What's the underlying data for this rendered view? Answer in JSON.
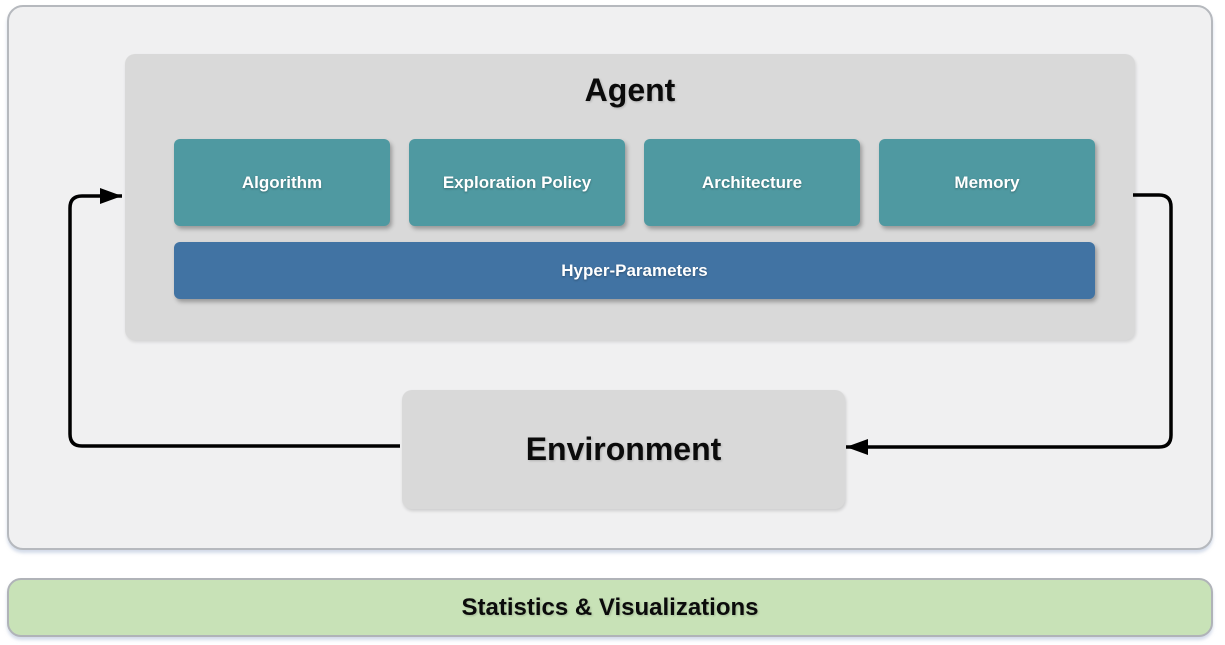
{
  "diagram": {
    "agent": {
      "title": "Agent",
      "modules": [
        {
          "label": "Algorithm"
        },
        {
          "label": "Exploration Policy"
        },
        {
          "label": "Architecture"
        },
        {
          "label": "Memory"
        }
      ],
      "hyper_parameters": {
        "label": "Hyper-Parameters"
      }
    },
    "environment": {
      "title": "Environment"
    },
    "footer": {
      "label": "Statistics & Visualizations"
    },
    "colors": {
      "module_fill": "#4f99a1",
      "hyper_parameters_fill": "#4173a3",
      "box_fill": "#d9d9d9",
      "container_fill": "#f0f0f1",
      "footer_fill": "#c8e2b7",
      "arrow": "#000000"
    }
  }
}
